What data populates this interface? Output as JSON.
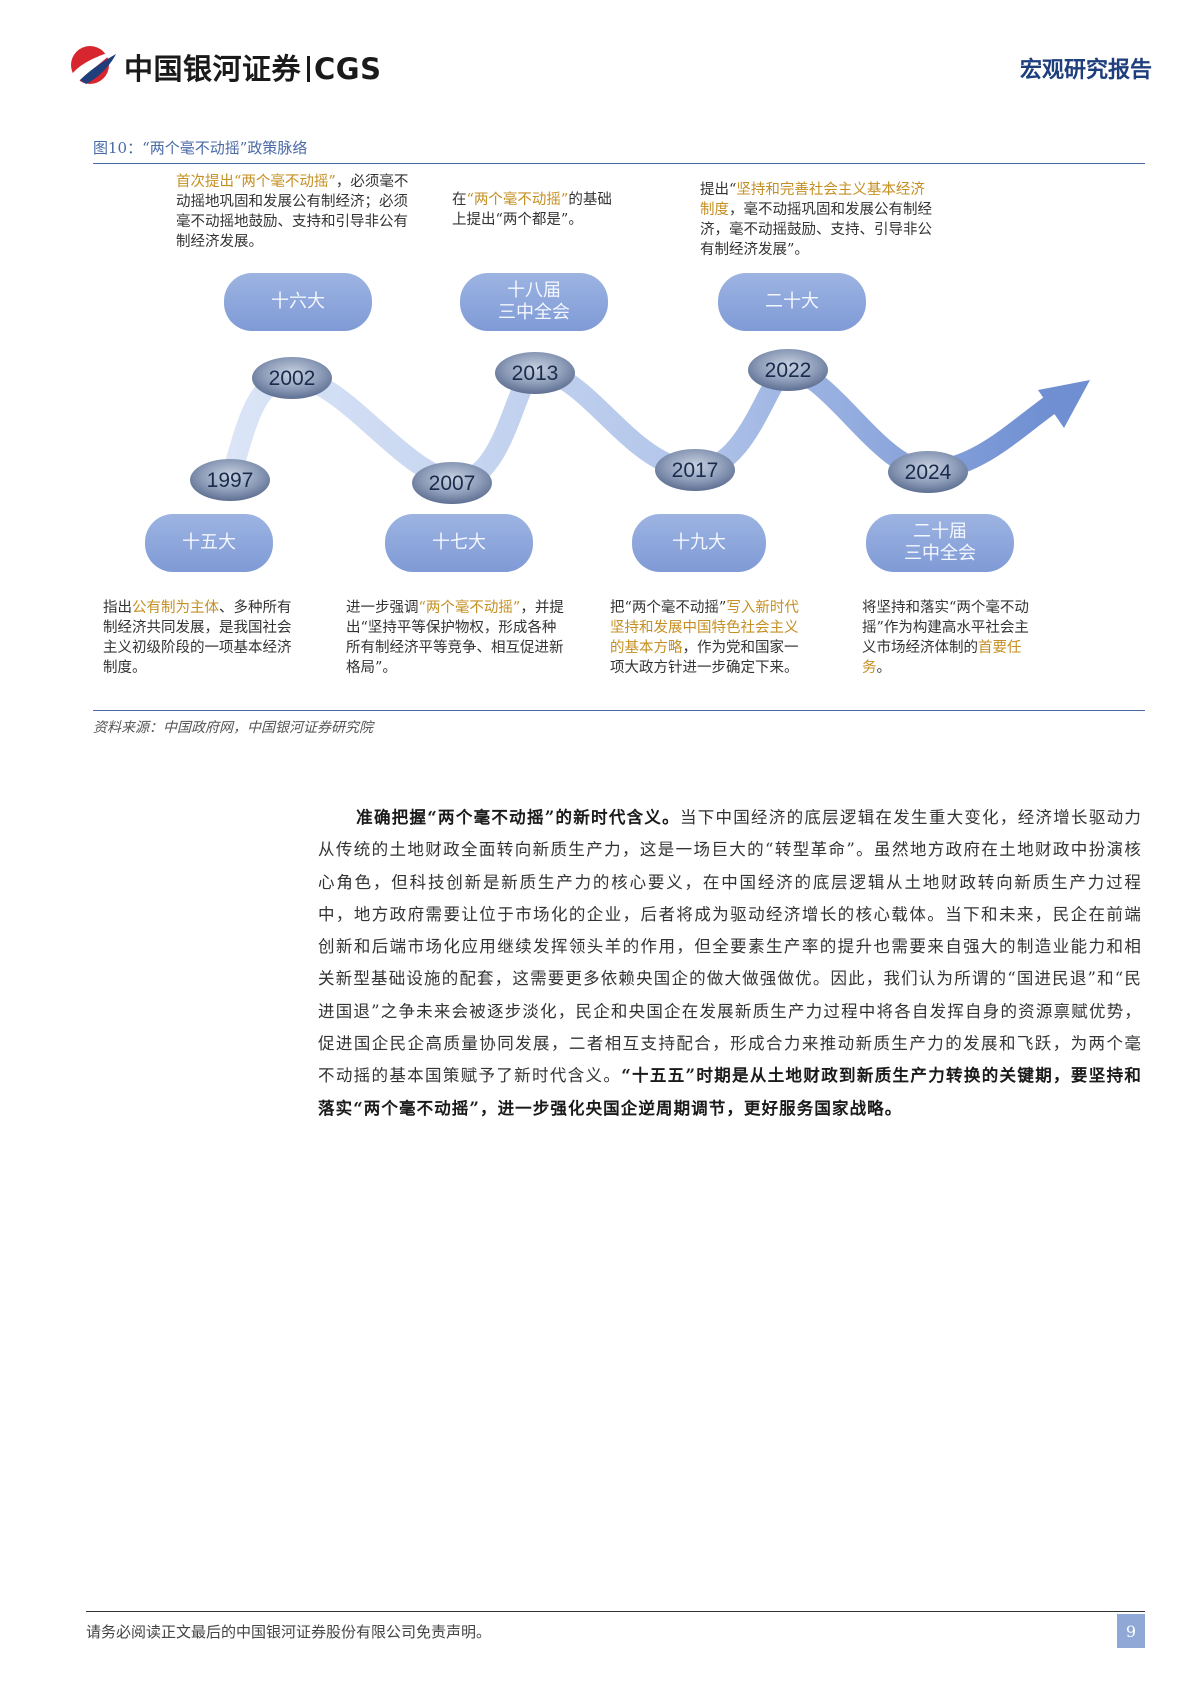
{
  "header": {
    "company": "中国银河证券",
    "company_en": "CGS",
    "report_type": "宏观研究报告"
  },
  "figure": {
    "title": "图10：“两个毫不动摇”政策脉络",
    "top_notes": [
      {
        "hl": "首次提出“两个毫不动摇”",
        "text": "，必须毫不动摇地巩固和发展公有制经济；必须毫不动摇地鼓励、支持和引导非公有制经济发展。"
      },
      {
        "pre": "在",
        "hl": "“两个毫不动摇”",
        "text": "的基础上提出“两个都是”。"
      },
      {
        "pre": "提出“",
        "hl": "坚持和完善社会主义基本经济制度",
        "text": "，毫不动摇巩固和发展公有制经济，毫不动摇鼓励、支持、引导非公有制经济发展”。"
      }
    ],
    "top_pills": [
      "十六大",
      "十八届\n三中全会",
      "二十大"
    ],
    "bottom_pills": [
      "十五大",
      "十七大",
      "十九大",
      "二十届\n三中全会"
    ],
    "years": [
      "1997",
      "2002",
      "2007",
      "2013",
      "2017",
      "2022",
      "2024"
    ],
    "bottom_notes": [
      {
        "pre": "指出",
        "hl": "公有制为主体",
        "text": "、多种所有制经济共同发展，是我国社会主义初级阶段的一项基本经济制度。"
      },
      {
        "pre": "进一步强调",
        "hl": "“两个毫不动摇”",
        "text": "，并提出“坚持平等保护物权，形成各种所有制经济平等竞争、相互促进新格局”。"
      },
      {
        "pre": "把“两个毫不动摇”",
        "hl": "写入新时代坚持和发展中国特色社会主义的基本方略",
        "text": "，作为党和国家一项大政方针进一步确定下来。"
      },
      {
        "pre": "将坚持和落实“两个毫不动摇”作为构建高水平社会主义市场经济体制的",
        "hl": "首要任务",
        "text": "。"
      }
    ],
    "source": "资料来源：中国政府网，中国银河证券研究院"
  },
  "body": {
    "lead": "准确把握“两个毫不动摇”的新时代含义。",
    "text": "当下中国经济的底层逻辑在发生重大变化，经济增长驱动力从传统的土地财政全面转向新质生产力，这是一场巨大的“转型革命”。虽然地方政府在土地财政中扮演核心角色，但科技创新是新质生产力的核心要义，在中国经济的底层逻辑从土地财政转向新质生产力过程中，地方政府需要让位于市场化的企业，后者将成为驱动经济增长的核心载体。当下和未来，民企在前端创新和后端市场化应用继续发挥领头羊的作用，但全要素生产率的提升也需要来自强大的制造业能力和相关新型基础设施的配套，这需要更多依赖央国企的做大做强做优。因此，我们认为所谓的“国进民退”和“民进国退”之争未来会被逐步淡化，民企和央国企在发展新质生产力过程中将各自发挥自身的资源禀赋优势，促进国企民企高质量协同发展，二者相互支持配合，形成合力来推动新质生产力的发展和飞跃，为两个毫不动摇的基本国策赋予了新时代含义。",
    "conclusion": "“十五五”时期是从土地财政到新质生产力转换的关键期，要坚持和落实“两个毫不动摇”，进一步强化央国企逆周期调节，更好服务国家战略。"
  },
  "footer": {
    "disclaimer": "请务必阅读正文最后的中国银河证券股份有限公司免责声明。",
    "page_number": "9"
  }
}
